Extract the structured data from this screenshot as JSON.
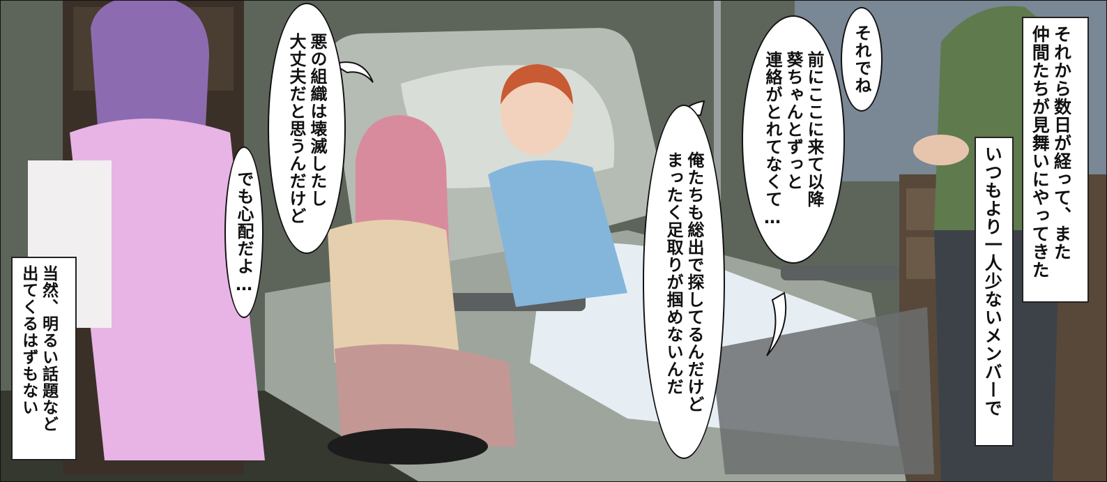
{
  "scene": {
    "colors": {
      "wall": "#5b6259",
      "bed": "#a9b0a8",
      "nurse_dress": "#e7b2e3",
      "woman_top": "#e6cfae",
      "patient_gown": "#7fb3d8",
      "man_shirt": "#5f7a4c"
    }
  },
  "narration": [
    {
      "id": "narr-top-right",
      "text": "それから数日が経って、また\n仲間たちが見舞いにやってきた"
    },
    {
      "id": "narr-mid-right",
      "text": "いつもより一人少ないメンバーで"
    },
    {
      "id": "narr-left",
      "text": "当然、明るい話題など\n出てくるはずもない"
    }
  ],
  "bubbles": [
    {
      "id": "bubble-evil-org",
      "text": "悪の組織は壊滅したし\n大丈夫だと思うんだけど"
    },
    {
      "id": "bubble-worried",
      "text": "でも心配だよ…"
    },
    {
      "id": "bubble-soredene",
      "text": "それでね"
    },
    {
      "id": "bubble-aoi",
      "text": "前にここに来て以降\n葵ちゃんとずっと\n連絡がとれてなくて…"
    },
    {
      "id": "bubble-search",
      "text": "俺たちも総出で探してるんだけど\nまったく足取りが掴めないんだ"
    }
  ]
}
